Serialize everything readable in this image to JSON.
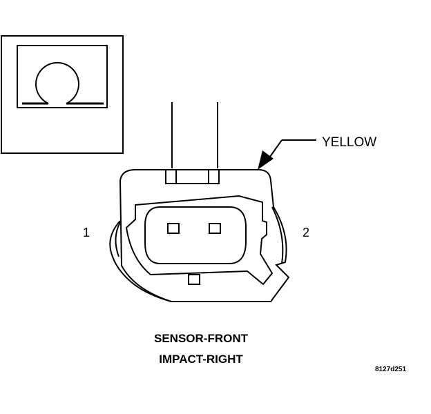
{
  "wire_color_label": "YELLOW",
  "pin_labels": {
    "left": "1",
    "right": "2"
  },
  "title_lines": [
    "SENSOR-FRONT",
    "IMPACT-RIGHT"
  ],
  "figure_code": "8127d251",
  "colors": {
    "line": "#000000",
    "background": "#ffffff"
  }
}
